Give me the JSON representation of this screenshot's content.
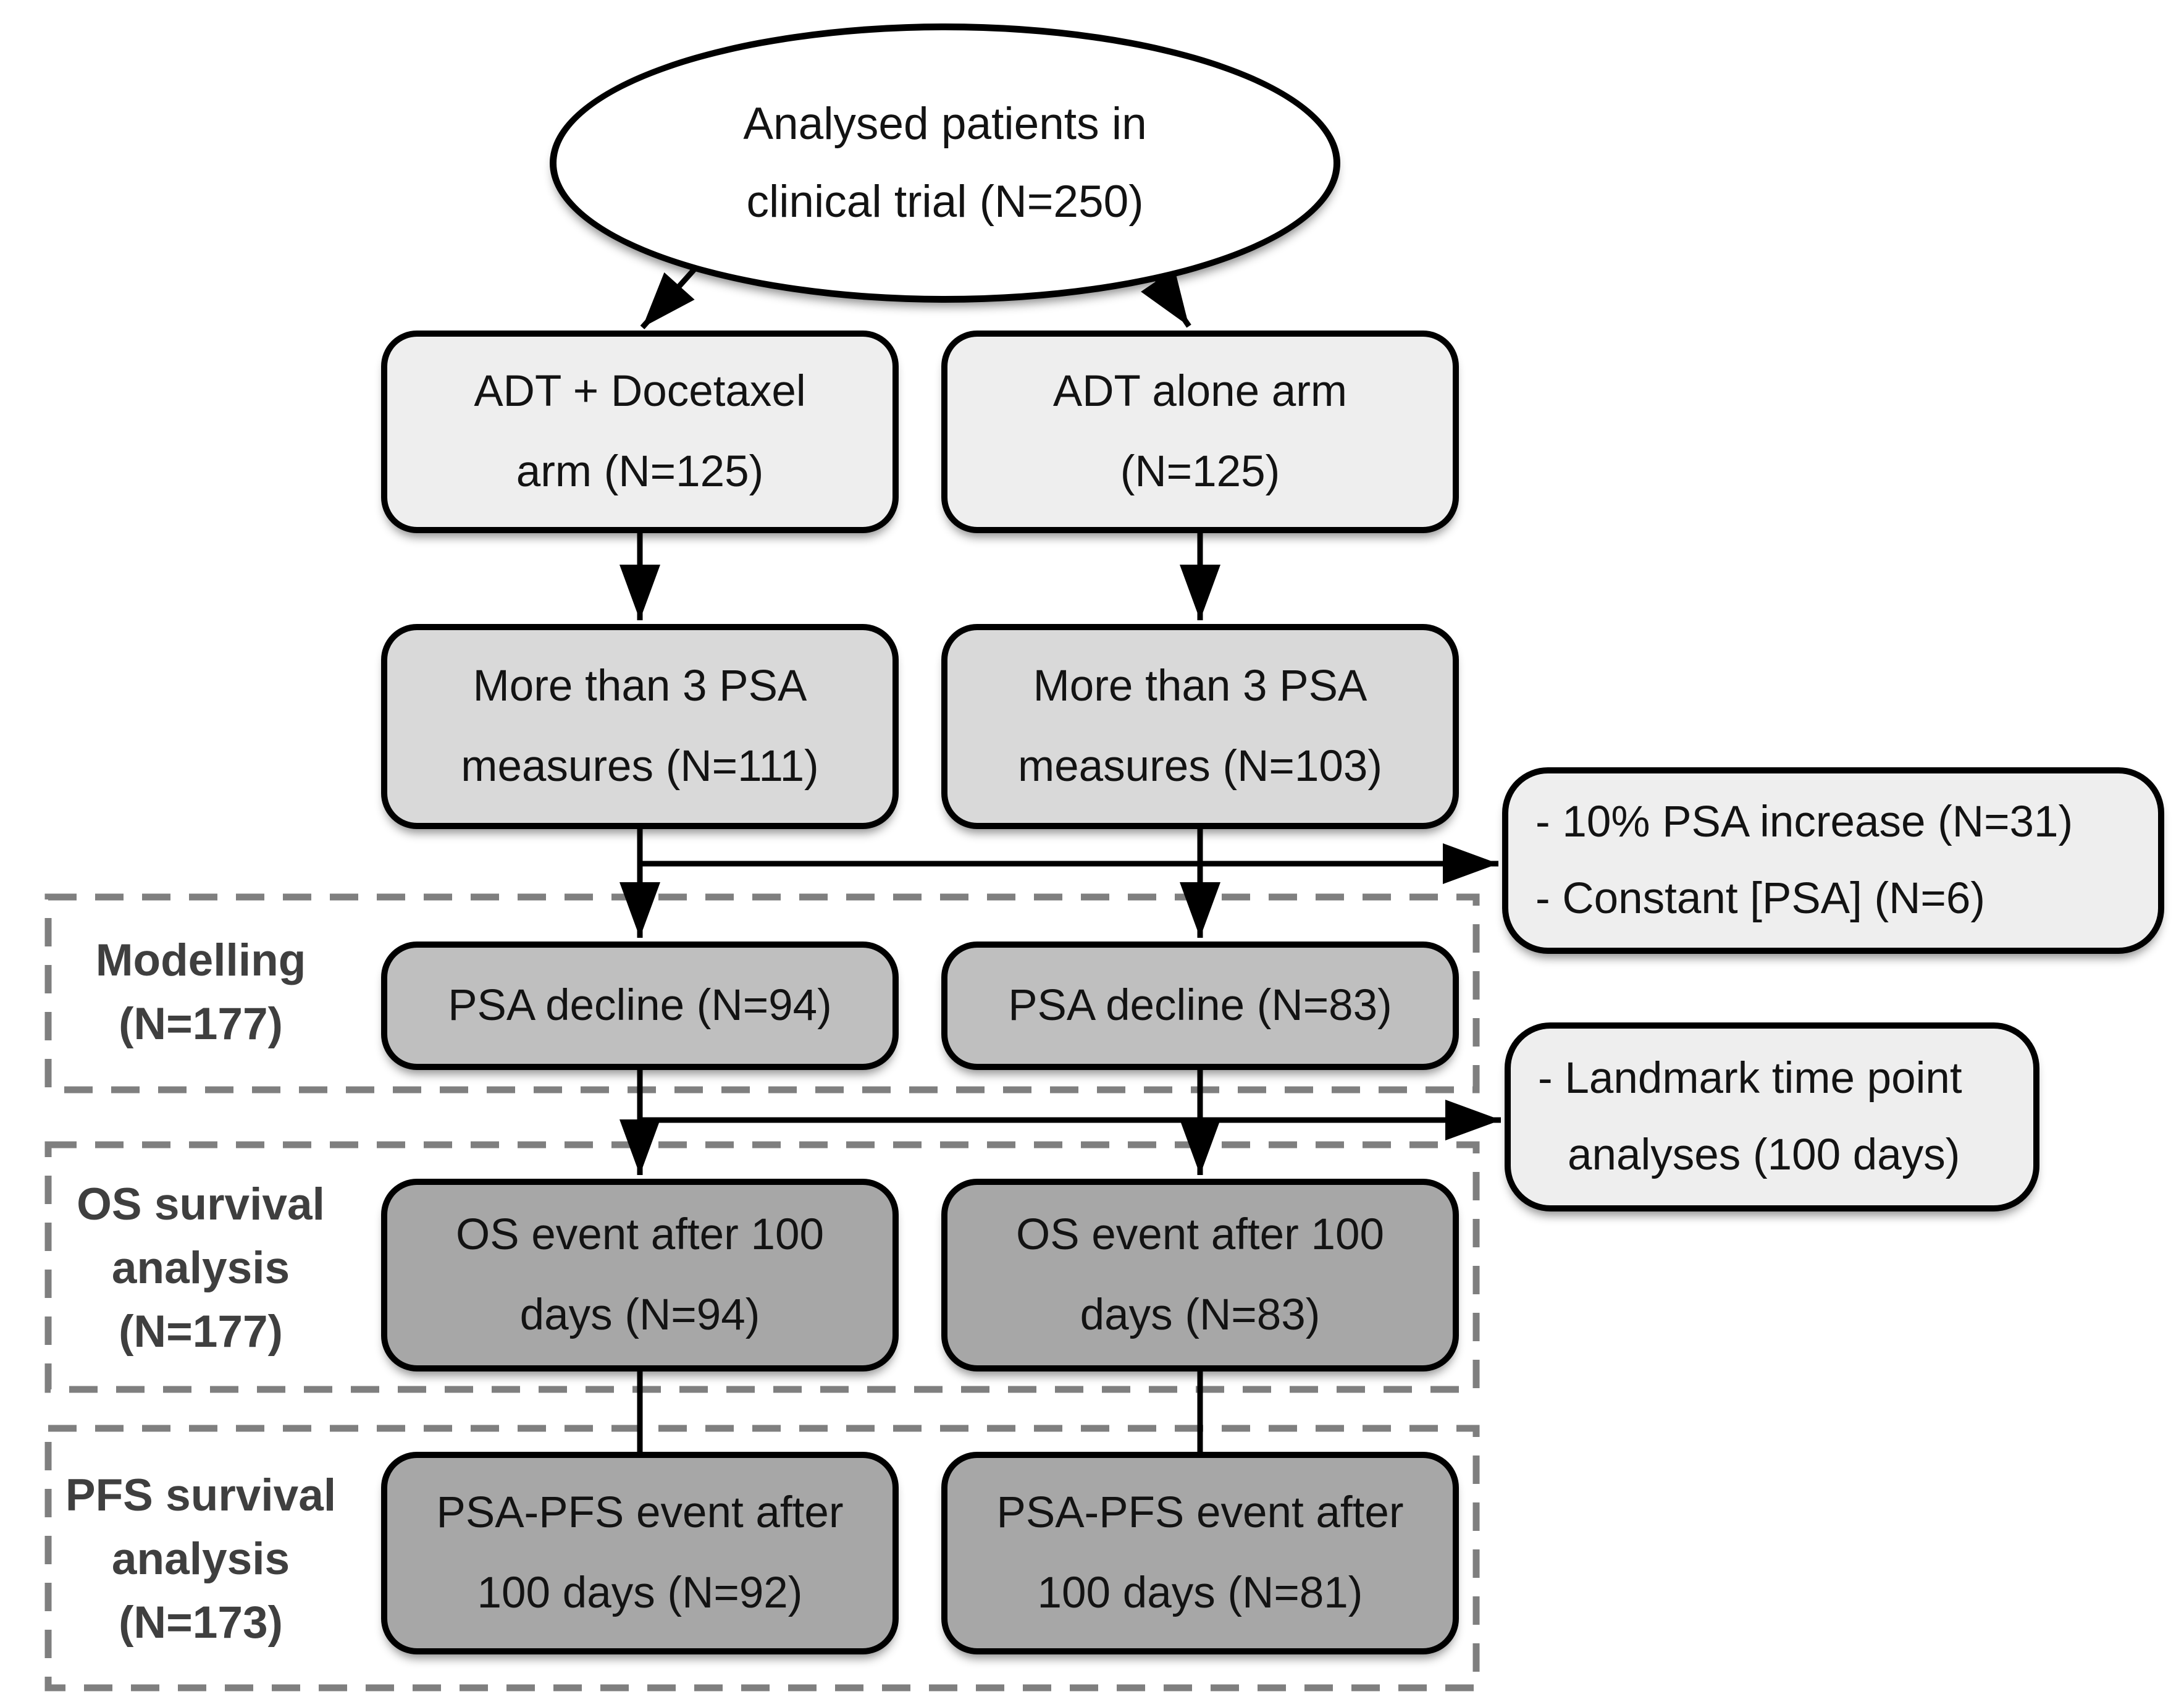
{
  "ellipse": {
    "lines": [
      "Analysed patients in",
      "clinical trial (N=250)"
    ]
  },
  "boxes": {
    "arm_docetaxel": {
      "lines": [
        "ADT + Docetaxel",
        "arm (N=125)"
      ]
    },
    "arm_adt_alone": {
      "lines": [
        "ADT alone arm",
        "(N=125)"
      ]
    },
    "psa_measures_docetaxel": {
      "lines": [
        "More than 3 PSA",
        "measures (N=111)"
      ]
    },
    "psa_measures_adt": {
      "lines": [
        "More than 3 PSA",
        "measures (N=103)"
      ]
    },
    "psa_decline_docetaxel": {
      "lines": [
        "PSA decline (N=94)"
      ]
    },
    "psa_decline_adt": {
      "lines": [
        "PSA decline (N=83)"
      ]
    },
    "os_event_docetaxel": {
      "lines": [
        "OS event after 100",
        "days (N=94)"
      ]
    },
    "os_event_adt": {
      "lines": [
        "OS event after 100",
        "days (N=83)"
      ]
    },
    "pfs_event_docetaxel": {
      "lines": [
        "PSA-PFS event after",
        "100 days (N=92)"
      ]
    },
    "pfs_event_adt": {
      "lines": [
        "PSA-PFS event after",
        "100 days (N=81)"
      ]
    }
  },
  "side_notes": {
    "exclusions": {
      "lines": [
        "- 10% PSA increase (N=31)",
        "- Constant [PSA] (N=6)"
      ]
    },
    "landmark": {
      "lines": [
        "- Landmark time point",
        "analyses (100 days)"
      ]
    }
  },
  "group_labels": {
    "modelling": {
      "lines": [
        "Modelling",
        "(N=177)"
      ]
    },
    "os": {
      "lines": [
        "OS survival",
        "analysis",
        "(N=177)"
      ]
    },
    "pfs": {
      "lines": [
        "PFS survival",
        "analysis",
        "(N=173)"
      ]
    }
  },
  "colors": {
    "background": "#ffffff",
    "box_border": "#000000",
    "fill_light": "#eeeeee",
    "fill_mid": "#d9d9d9",
    "fill_dark": "#bfbfbf",
    "fill_darker": "#a7a7a7",
    "dashed_border": "#7f7f7f",
    "group_label_text": "#3f3f3f",
    "connector": "#000000"
  }
}
